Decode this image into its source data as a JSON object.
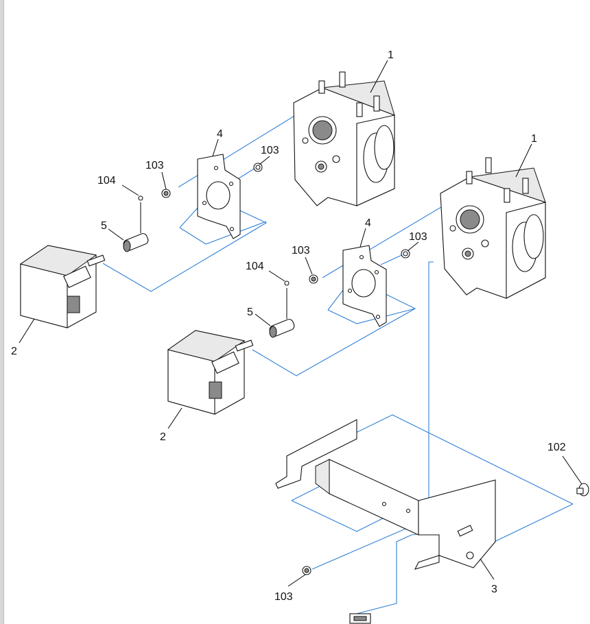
{
  "labels": {
    "pump_unit_upper": "1",
    "pump_unit_lower": "1",
    "motor_left": "2",
    "motor_center": "2",
    "bracket_base": "3",
    "plate_upper": "4",
    "plate_lower": "4",
    "coupling_upper": "5",
    "coupling_lower": "5",
    "screw_102": "102",
    "screw_103_a": "103",
    "screw_103_b": "103",
    "screw_103_c": "103",
    "screw_103_d": "103",
    "screw_103_e": "103",
    "pin_104_a": "104",
    "pin_104_b": "104"
  },
  "colors": {
    "leader": "#000000",
    "assembly_line": "#2f7fd6",
    "edge_bar": "#d7d7d7"
  }
}
